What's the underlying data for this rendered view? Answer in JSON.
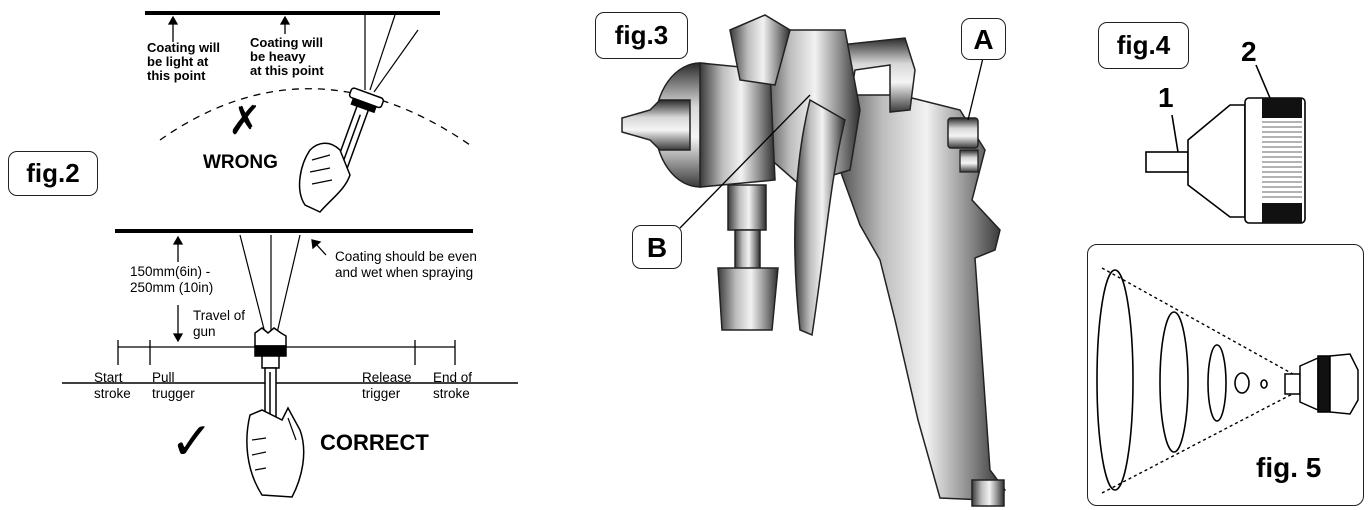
{
  "fig2": {
    "label": "fig.2",
    "wrong": {
      "light_note": [
        "Coating will",
        "be light at",
        "this point"
      ],
      "heavy_note": [
        "Coating will",
        "be heavy",
        "at this point"
      ],
      "verdict": "WRONG",
      "mark": "✗"
    },
    "correct": {
      "distance_note": [
        "150mm(6in) -",
        "250mm (10in)"
      ],
      "even_note": [
        "Coating should be even",
        "and wet when spraying"
      ],
      "travel_note": [
        "Travel of",
        "gun"
      ],
      "steps": [
        [
          "Start",
          "stroke"
        ],
        [
          "Pull",
          "trugger"
        ],
        [
          "Release",
          "trigger"
        ],
        [
          "End of",
          "stroke"
        ]
      ],
      "verdict": "CORRECT",
      "mark": "✓"
    }
  },
  "fig3": {
    "label": "fig.3",
    "callout_a": "A",
    "callout_b": "B"
  },
  "fig4": {
    "label": "fig.4",
    "part_1": "1",
    "part_2": "2"
  },
  "fig5": {
    "label": "fig. 5"
  }
}
